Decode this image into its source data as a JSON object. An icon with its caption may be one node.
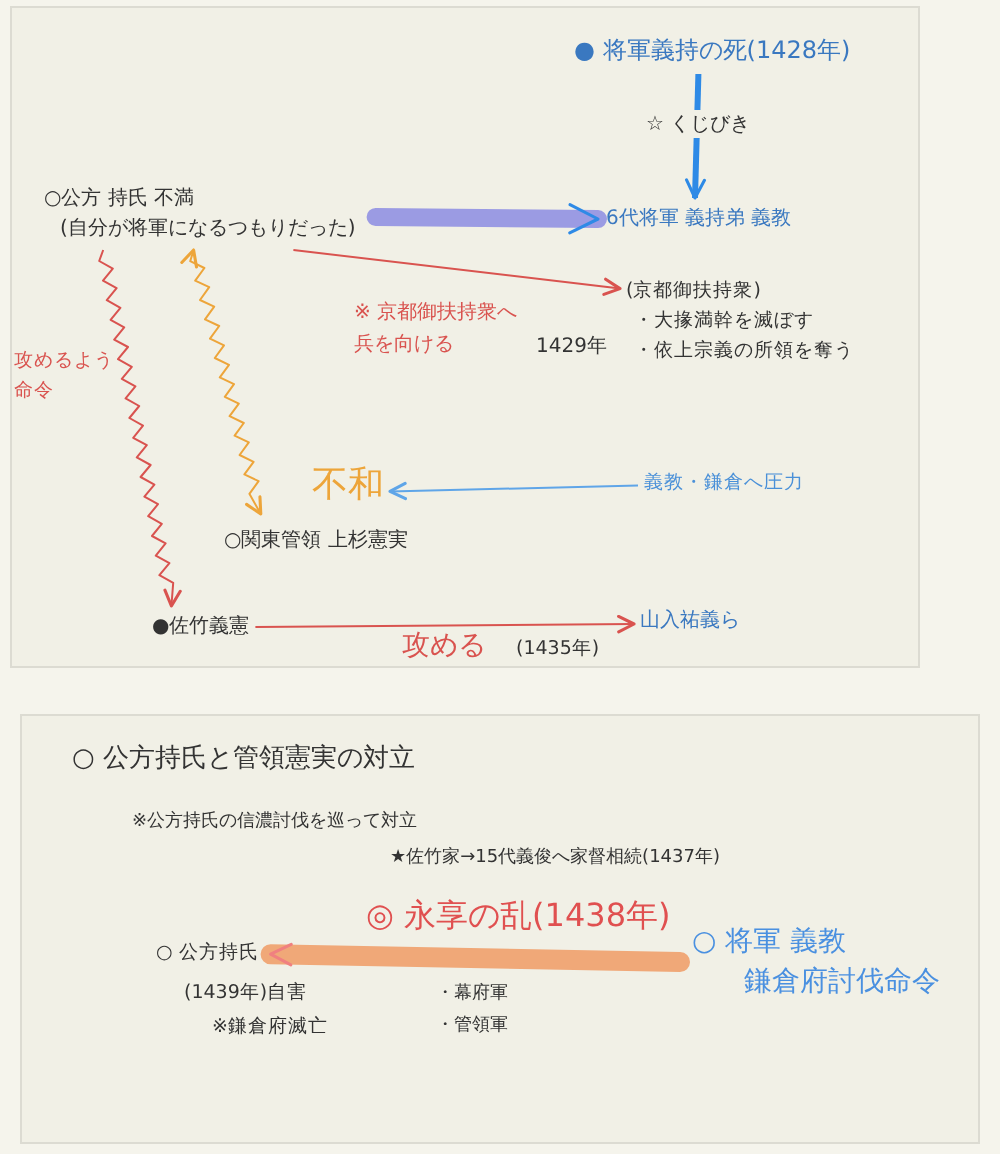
{
  "diagram": {
    "nodes": [
      {
        "text": [
          "● 将軍義持の死(1428年)"
        ]
      },
      {
        "text": [
          "6代将軍 義持弟 義教"
        ]
      },
      {
        "text": [
          "○公方 持氏 不満",
          "(自分が将軍になるつもりだった)"
        ]
      },
      {
        "text": [
          "(京都御扶持衆)",
          "・大掾満幹を滅ぼす",
          "・依上宗義の所領を奪う"
        ]
      },
      {
        "text": [
          "不和"
        ]
      },
      {
        "text": [
          "義教・鎌倉へ圧力"
        ]
      },
      {
        "text": [
          "○関東管領 上杉憲実"
        ]
      },
      {
        "text": [
          "●佐竹義憲"
        ]
      },
      {
        "text": [
          "山入祐義ら"
        ]
      },
      {
        "text": [
          "○ 公方持氏"
        ],
        "beside": [
          "(1439年)自害",
          "※鎌倉府滅亡"
        ]
      },
      {
        "text": [
          "○ 将軍 義教",
          "鎌倉府討伐命令"
        ]
      }
    ],
    "edges": [
      {
        "from": 0,
        "to": 1,
        "arrow": "to",
        "label": "☆ くじびき",
        "style": "thick",
        "color": "#2e8ae6"
      },
      {
        "from": 2,
        "to": 1,
        "arrow": "to",
        "style": "thick",
        "color": "#9b9be3"
      },
      {
        "from": 2,
        "to": 3,
        "arrow": "to",
        "label": "※ 京都御扶持衆へ兵を向ける"
      },
      {
        "from": 2,
        "to": 7,
        "arrow": "to",
        "label": "攻めるよう命令"
      },
      {
        "from": 2,
        "to": 6,
        "arrow": "both",
        "color": "#eda53a"
      },
      {
        "from": 5,
        "to": 4,
        "arrow": "to",
        "color": "#5fa5e8"
      },
      {
        "from": 7,
        "to": 8,
        "arrow": "to",
        "label": "攻める"
      },
      {
        "from": 10,
        "to": 9,
        "arrow": "to",
        "label": "◎ 永享の乱(1438年)",
        "style": "thick",
        "color": "#f0a878"
      }
    ],
    "labels": [
      "1429年",
      "(1435年)",
      "○ 公方持氏と管領憲実の対立",
      "※公方持氏の信濃討伐を巡って対立",
      "★佐竹家→15代義俊へ家督相続(1437年)",
      "・幕府軍",
      "・管領軍"
    ]
  }
}
